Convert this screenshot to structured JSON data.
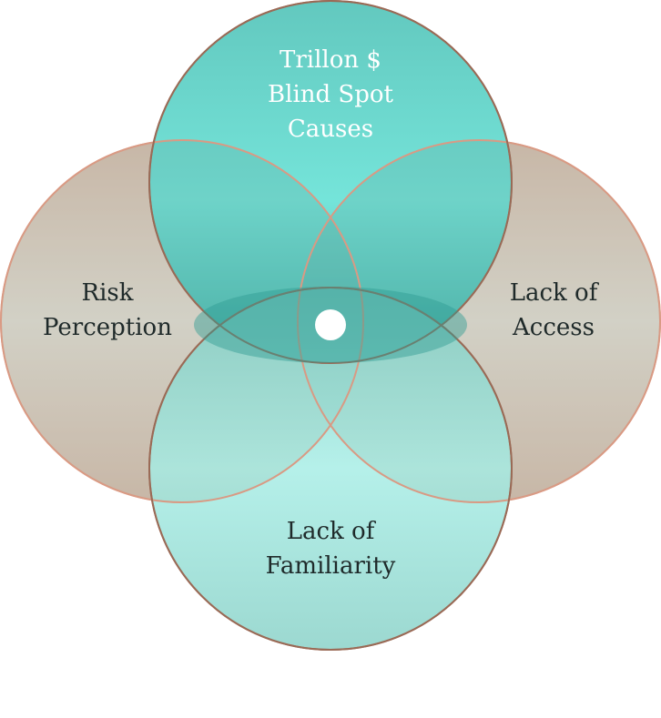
{
  "diagram": {
    "type": "four-circle venn",
    "center_marker": "white-dot",
    "circles": [
      {
        "id": "top",
        "lines": [
          "Trillon $",
          "Blind Spot",
          "Causes"
        ],
        "color_light": "#6fe3d8",
        "color_dark": "#3fb3a8",
        "text_color": "#ffffff"
      },
      {
        "id": "left",
        "lines": [
          "Risk",
          "Perception"
        ],
        "color_light": "#f9dccf",
        "color_dark": "#eeb9a7",
        "text_color": "#1f2a2a"
      },
      {
        "id": "right",
        "lines": [
          "Lack of",
          "Access"
        ],
        "color_light": "#f9dccf",
        "color_dark": "#eeb9a7",
        "text_color": "#1f2a2a"
      },
      {
        "id": "bottom",
        "lines": [
          "Lack of",
          "Familiarity"
        ],
        "color_light": "#a6ece4",
        "color_dark": "#7fcdc4",
        "text_color": "#1f2a2a"
      }
    ],
    "outline_color": "#a86e58"
  }
}
